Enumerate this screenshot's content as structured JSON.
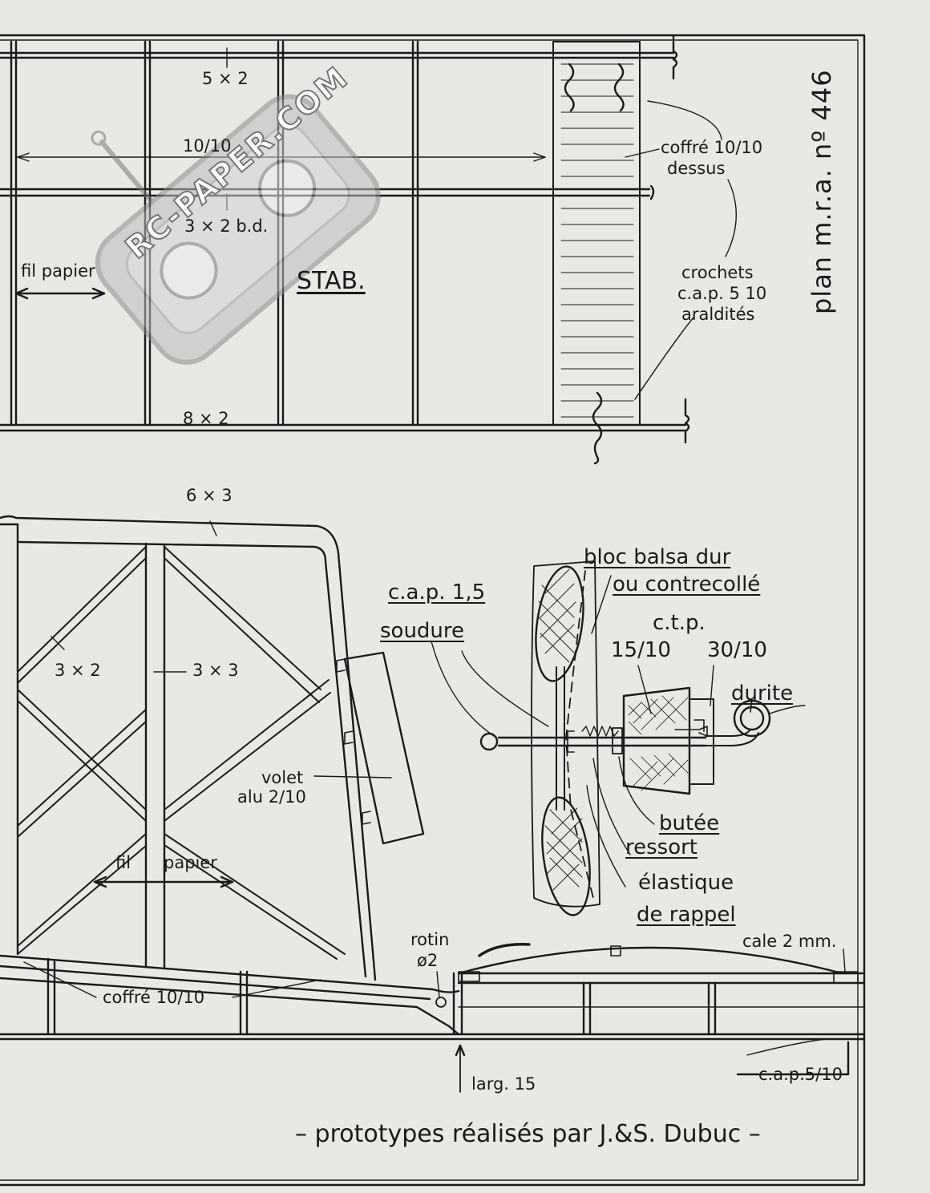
{
  "plan_ref": "plan m.r.a. nº 446",
  "watermark": "RC-PAPER.COM",
  "stab": {
    "title": "STAB.",
    "spar_top": "5 × 2",
    "skin": "10/10",
    "spar_mid": "3 × 2  b.d.",
    "grain": "fil  papier",
    "spar_bottom": "8 × 2",
    "sheeting_l1": "coffré 10/10",
    "sheeting_l2": "dessus",
    "hooks_l1": "crochets",
    "hooks_l2": "c.a.p. 5  10",
    "hooks_l3": "araldités"
  },
  "fin": {
    "top_spar": "6 × 3",
    "diag": "3 × 2",
    "upright": "3 × 3",
    "flap_l1": "volet",
    "flap_l2": "alu 2/10",
    "grain_a": "fil",
    "grain_b": "papier",
    "rattan_l1": "rotin",
    "rattan_l2": "ø2",
    "sheeting": "coffré 10/10",
    "width": "larg. 15",
    "shim": "cale 2 mm.",
    "wire": "c.a.p.5/10"
  },
  "detail": {
    "block_l1": "bloc balsa dur",
    "block_l2": "ou contrecollé",
    "wire": "c.a.p. 1,5",
    "solder": "soudure",
    "ply": "c.t.p.",
    "ply_a": "15/10",
    "ply_b": "30/10",
    "tube": "durite",
    "stop": "butée",
    "spring": "ressort",
    "elastic_l1": "élastique",
    "elastic_l2": "de rappel"
  },
  "credit": "– prototypes réalisés par J.&S. Dubuc –"
}
